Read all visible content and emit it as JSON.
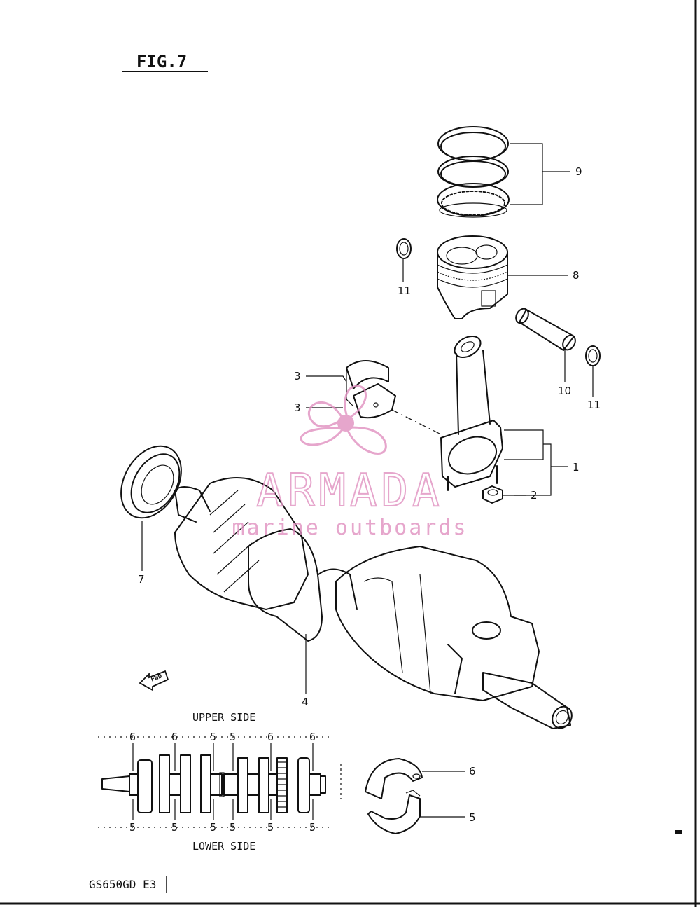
{
  "figure_title": "FIG.7",
  "model_code": "GS650GD E3",
  "watermark": {
    "brand": "ARMADA",
    "tagline": "marine outboards",
    "color": "#e090c0"
  },
  "fwd_arrow_label": "FWD",
  "callouts": {
    "p1": "1",
    "p2": "2",
    "p3a": "3",
    "p3b": "3",
    "p4": "4",
    "p5": "5",
    "p6": "6",
    "p7": "7",
    "p8": "8",
    "p9": "9",
    "p10": "10",
    "p11a": "11",
    "p11b": "11"
  },
  "bearing_scheme": {
    "upper_label": "UPPER SIDE",
    "lower_label": "LOWER SIDE",
    "upper_positions": [
      "6",
      "6",
      "5",
      "5",
      "6",
      "6"
    ],
    "lower_positions": [
      "5",
      "5",
      "5",
      "5",
      "5",
      "5"
    ]
  }
}
